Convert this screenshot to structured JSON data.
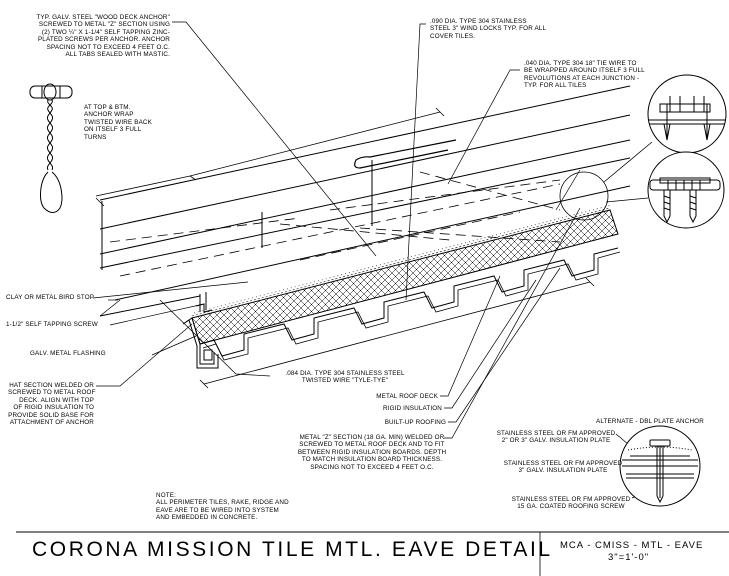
{
  "notes": {
    "wood_deck_anchor": "TYP. GALV. STEEL \"WOOD DECK ANCHOR\"\nSCREWED TO METAL \"Z\" SECTION USING\n(2) TWO ¼\" X 1-1/4\" SELF TAPPING ZINC-\nPLATED SCREWS PER ANCHOR. ANCHOR\nSPACING NOT TO EXCEED 4 FEET O.C.\nALL TABS SEALED WITH MASTIC.",
    "anchor_wrap": "AT TOP & BTM.\nANCHOR WRAP\nTWISTED WIRE BACK\nON ITSELF 3 FULL\nTURNS",
    "wind_locks": ".090 DIA. TYPE 304 STAINLESS\nSTEEL 3\" WIND LOCKS TYP. FOR ALL\nCOVER TILES.",
    "tie_wire": ".040 DIA. TYPE 304 18\" TIE WIRE TO\nBE WRAPPED AROUND ITSELF 3 FULL\nREVOLUTIONS AT EACH JUNCTION -\nTYP. FOR ALL TILES",
    "bird_stop": "CLAY OR METAL BIRD STOP",
    "self_tapping_screw": "1-1/2\" SELF TAPPING SCREW",
    "flashing": "GALV. METAL FLASHING",
    "hat_section": "HAT SECTION WELDED OR\nSCREWED TO METAL ROOF\nDECK. ALIGN WITH TOP\nOF RIGID INSULATION TO\nPROVIDE SOLID BASE FOR\nATTACHMENT OF ANCHOR",
    "twisted_wire": ".084 DIA. TYPE 304 STAINLESS STEEL\nTWISTED WIRE \"TYLE-TYE\"",
    "metal_roof_deck": "METAL ROOF DECK",
    "rigid_insulation": "RIGID INSULATION",
    "built_up_roofing": "BUILT-UP ROOFING",
    "z_section": "METAL \"Z\" SECTION (18 GA. MIN) WELDED OR\nSCREWED TO METAL ROOF DECK AND TO FIT\nBETWEEN RIGID INSULATION BOARDS. DEPTH\nTO MATCH INSULATION BOARD THICKNESS.\nSPACING NOT TO EXCEED 4 FEET O.C.",
    "alt_anchor": "ALTERNATE - DBL PLATE ANCHOR",
    "plate_2in": "STAINLESS STEEL OR FM APPROVED\n2\" OR 3\" GALV. INSULATION PLATE",
    "plate_3in": "STAINLESS STEEL OR FM APPROVED\n3\" GALV. INSULATION PLATE",
    "roofing_screw": "STAINLESS STEEL OR FM APPROVED\n15 GA. COATED ROOFING SCREW",
    "general_note": "NOTE:\nALL PERIMETER TILES, RAKE, RIDGE AND\nEAVE ARE TO BE WIRED INTO SYSTEM\nAND EMBEDDED IN CONCRETE."
  },
  "title_block": {
    "title": "CORONA MISSION TILE MTL. EAVE DETAIL",
    "code": "MCA - CMISS - MTL - EAVE",
    "scale": "3\"=1'-0\""
  },
  "colors": {
    "ink": "#000000",
    "paper": "#ffffff"
  }
}
